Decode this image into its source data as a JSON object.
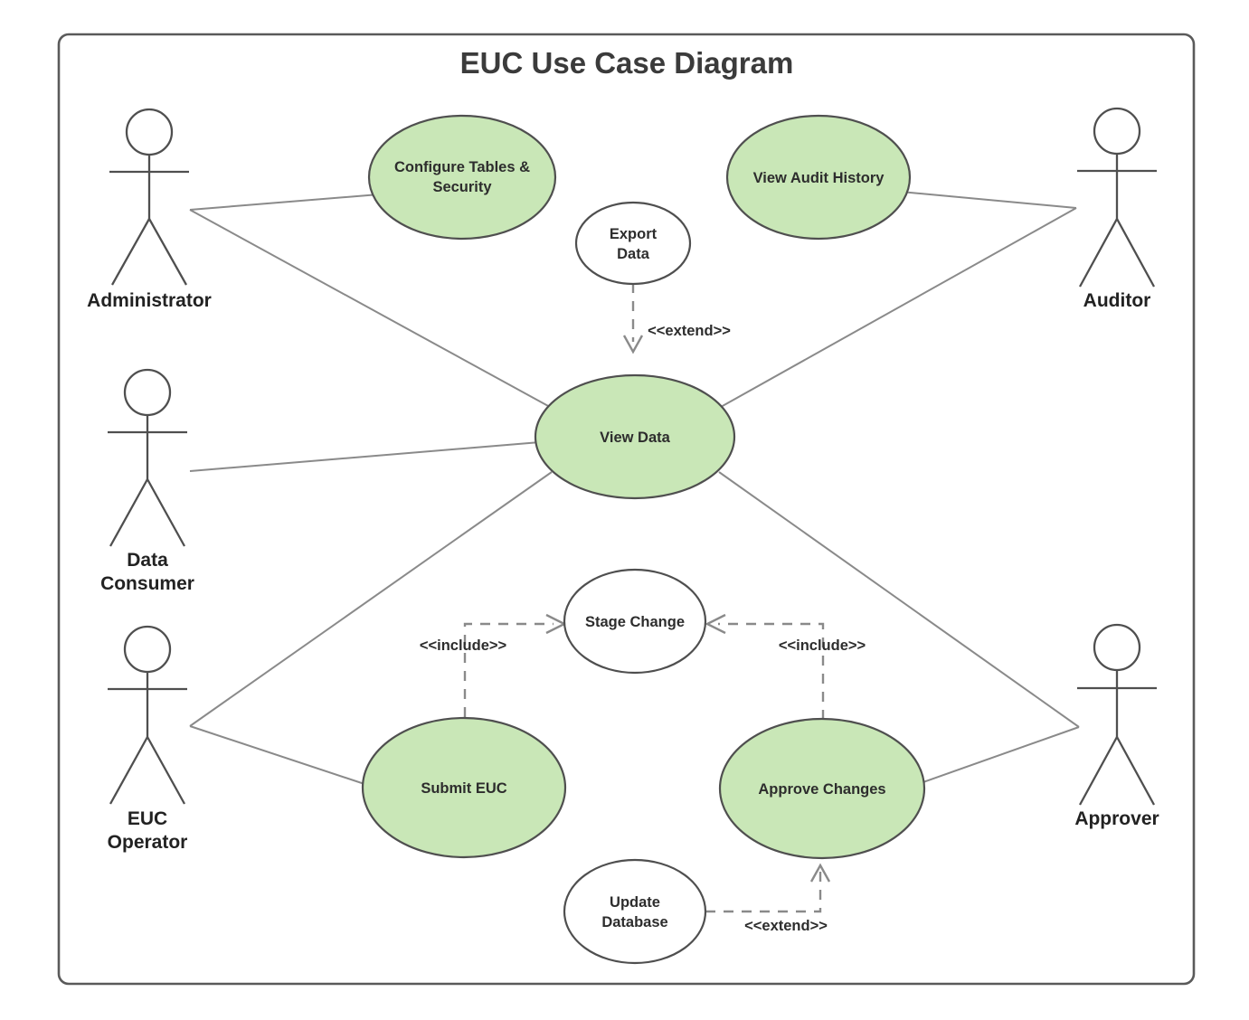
{
  "diagram": {
    "title": "EUC Use Case Diagram",
    "type": "uml-use-case-diagram",
    "colors": {
      "highlight_fill": "#c9e7b7",
      "plain_fill": "#ffffff",
      "shape_stroke": "#4f4f4f",
      "association_stroke": "#8a8a8a",
      "frame_stroke": "#5a5a5a",
      "text": "#2d2d2d"
    },
    "actors": [
      {
        "id": "administrator",
        "label": "Administrator",
        "label_lines": [
          "Administrator"
        ],
        "side": "left"
      },
      {
        "id": "data-consumer",
        "label": "Data Consumer",
        "label_lines": [
          "Data",
          "Consumer"
        ],
        "side": "left"
      },
      {
        "id": "euc-operator",
        "label": "EUC Operator",
        "label_lines": [
          "EUC",
          "Operator"
        ],
        "side": "left"
      },
      {
        "id": "auditor",
        "label": "Auditor",
        "label_lines": [
          "Auditor"
        ],
        "side": "right"
      },
      {
        "id": "approver",
        "label": "Approver",
        "label_lines": [
          "Approver"
        ],
        "side": "right"
      }
    ],
    "use_cases": [
      {
        "id": "configure-tables-security",
        "label": "Configure Tables & Security",
        "label_lines": [
          "Configure Tables &",
          "Security"
        ],
        "highlighted": true
      },
      {
        "id": "view-audit-history",
        "label": "View Audit History",
        "label_lines": [
          "View Audit History"
        ],
        "highlighted": true
      },
      {
        "id": "export-data",
        "label": "Export Data",
        "label_lines": [
          "Export",
          "Data"
        ],
        "highlighted": false
      },
      {
        "id": "view-data",
        "label": "View Data",
        "label_lines": [
          "View Data"
        ],
        "highlighted": true
      },
      {
        "id": "stage-change",
        "label": "Stage Change",
        "label_lines": [
          "Stage Change"
        ],
        "highlighted": false
      },
      {
        "id": "submit-euc",
        "label": "Submit EUC",
        "label_lines": [
          "Submit EUC"
        ],
        "highlighted": true
      },
      {
        "id": "approve-changes",
        "label": "Approve Changes",
        "label_lines": [
          "Approve Changes"
        ],
        "highlighted": true
      },
      {
        "id": "update-database",
        "label": "Update Database",
        "label_lines": [
          "Update",
          "Database"
        ],
        "highlighted": false
      }
    ],
    "associations": [
      {
        "from": "administrator",
        "to": "configure-tables-security"
      },
      {
        "from": "administrator",
        "to": "view-data"
      },
      {
        "from": "data-consumer",
        "to": "view-data"
      },
      {
        "from": "auditor",
        "to": "view-audit-history"
      },
      {
        "from": "auditor",
        "to": "view-data"
      },
      {
        "from": "euc-operator",
        "to": "view-data"
      },
      {
        "from": "euc-operator",
        "to": "submit-euc"
      },
      {
        "from": "approver",
        "to": "view-data"
      },
      {
        "from": "approver",
        "to": "approve-changes"
      }
    ],
    "relationships": [
      {
        "id": "extend-export-data",
        "from": "export-data",
        "to": "view-data",
        "stereotype": "<<extend>>"
      },
      {
        "id": "include-submit-euc",
        "from": "submit-euc",
        "to": "stage-change",
        "stereotype": "<<include>>"
      },
      {
        "id": "include-approve-changes",
        "from": "approve-changes",
        "to": "stage-change",
        "stereotype": "<<include>>"
      },
      {
        "id": "extend-update-database",
        "from": "update-database",
        "to": "approve-changes",
        "stereotype": "<<extend>>"
      }
    ],
    "stereotype_labels": {
      "extend_top": "<<extend>>",
      "include_left": "<<include>>",
      "include_right": "<<include>>",
      "extend_bottom": "<<extend>>"
    }
  }
}
